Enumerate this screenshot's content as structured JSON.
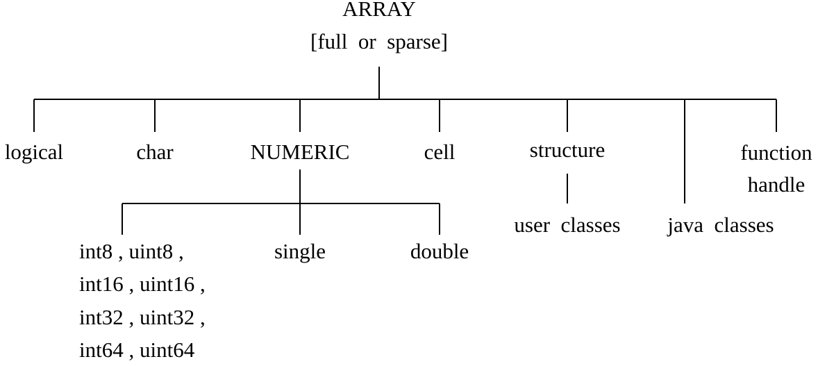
{
  "root": {
    "title": "ARRAY",
    "subtitle": "[full  or  sparse]"
  },
  "classes": {
    "logical": "logical",
    "char": "char",
    "numeric": "NUMERIC",
    "cell": "cell",
    "structure": "structure",
    "function_handle": [
      "function",
      "handle"
    ]
  },
  "numeric_children": {
    "integers": [
      "int8 , uint8 ,",
      "int16 , uint16 ,",
      "int32 , uint32 ,",
      "int64 , uint64"
    ],
    "single": "single",
    "double": "double"
  },
  "structure_child": "user  classes",
  "java_classes": "java  classes"
}
